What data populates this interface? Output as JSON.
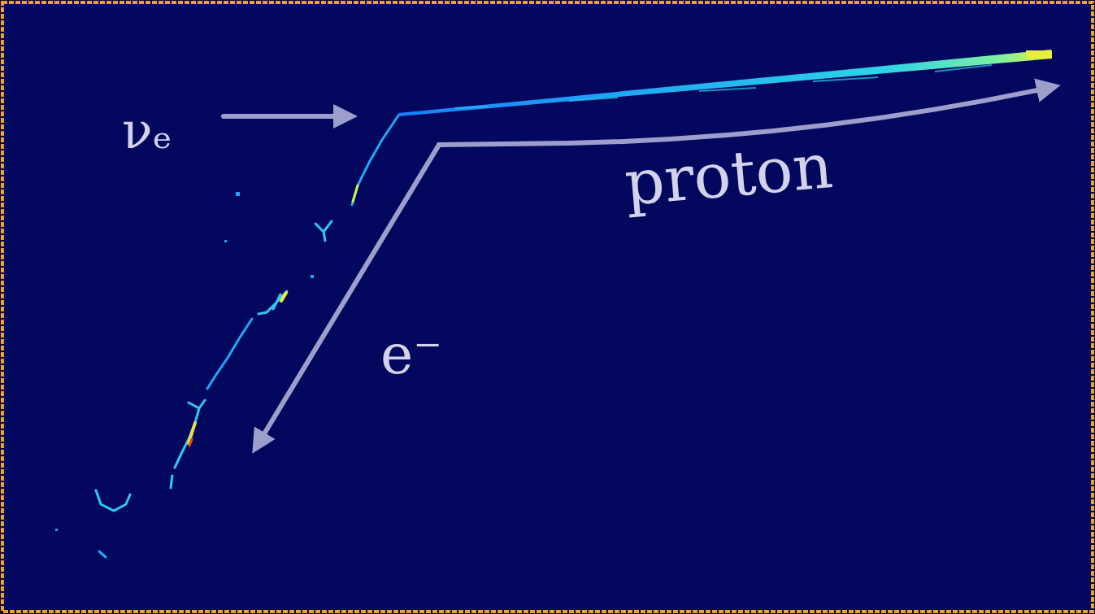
{
  "diagram": {
    "labels": [
      "νₑ",
      "proton",
      "e⁻"
    ]
  }
}
